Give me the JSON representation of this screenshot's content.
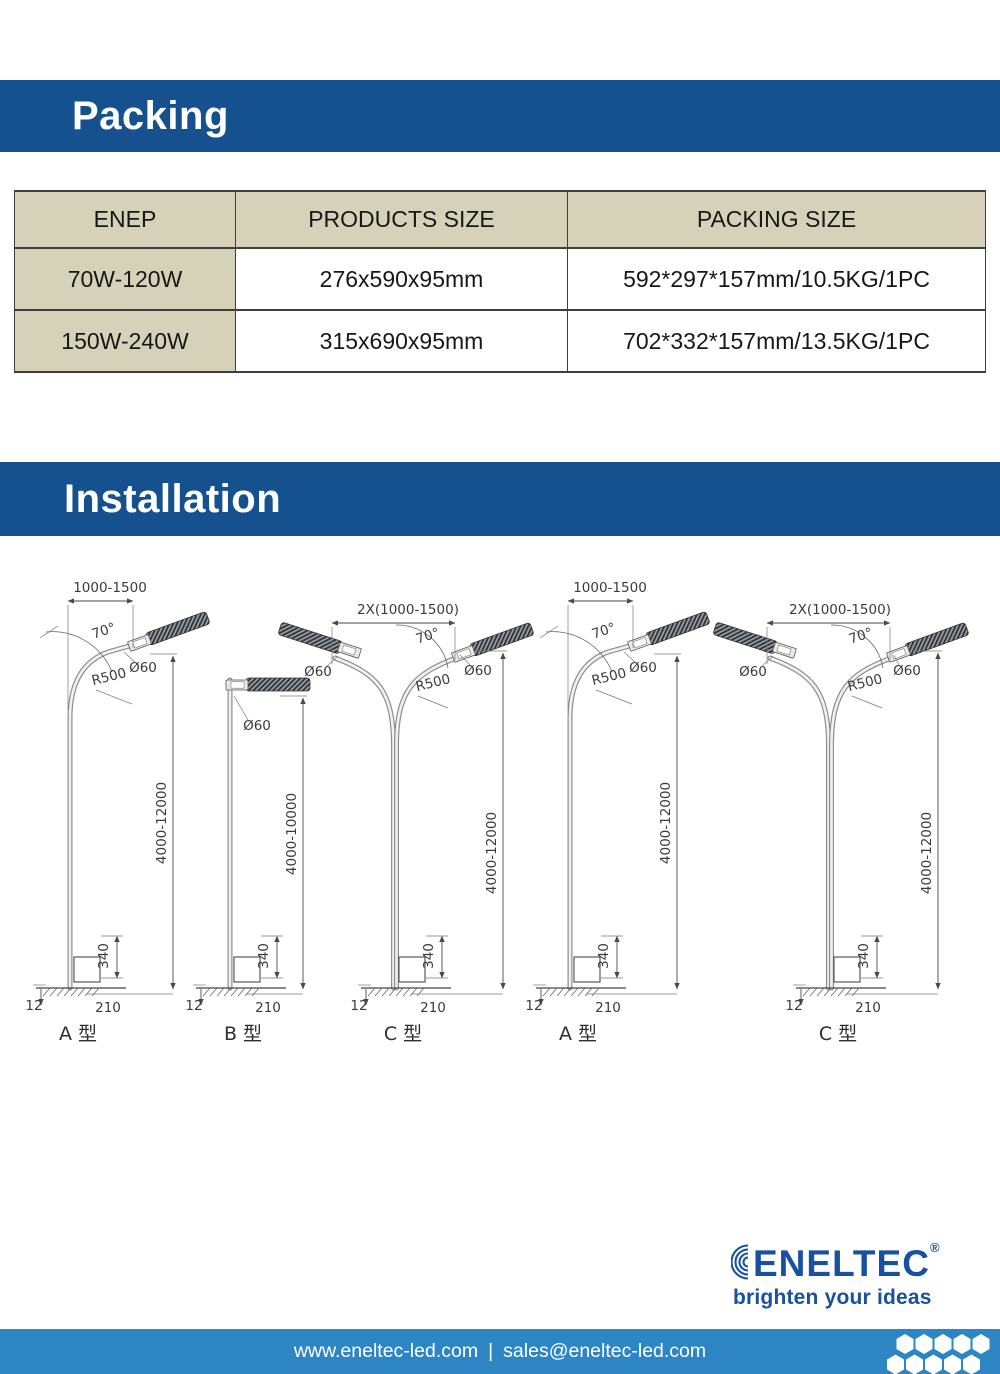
{
  "packing": {
    "title": "Packing",
    "table": {
      "headers": [
        "ENEP",
        "PRODUCTS SIZE",
        "PACKING SIZE"
      ],
      "rows": [
        [
          "70W-120W",
          "276x590x95mm",
          "592*297*157mm/10.5KG/1PC"
        ],
        [
          "150W-240W",
          "315x690x95mm",
          "702*332*157mm/13.5KG/1PC"
        ]
      ]
    }
  },
  "installation": {
    "title": "Installation",
    "base_dims": {
      "box_height": "340",
      "plate_thickness": "12",
      "base_width": "210"
    },
    "diagrams": [
      {
        "type_label": "A 型",
        "top_dim": "1000-1500",
        "angle": "70°",
        "radius": "R500",
        "diameter": "Ø60",
        "height": "4000-12000"
      },
      {
        "type_label": "B 型",
        "diameter": "Ø60",
        "height": "4000-10000"
      },
      {
        "type_label": "C 型",
        "top_dim": "2X(1000-1500)",
        "angle": "70°",
        "radius": "R500",
        "diameter_left": "Ø60",
        "diameter_right": "Ø60",
        "height": "4000-12000"
      },
      {
        "type_label": "A 型",
        "top_dim": "1000-1500",
        "angle": "70°",
        "radius": "R500",
        "diameter": "Ø60",
        "height": "4000-12000"
      },
      {
        "type_label": "C 型",
        "top_dim": "2X(1000-1500)",
        "angle": "70°",
        "radius": "R500",
        "diameter_left": "Ø60",
        "diameter_right": "Ø60",
        "height": "4000-12000"
      }
    ]
  },
  "branding": {
    "logo_text": "ENELTEC",
    "registered_mark": "®",
    "tagline": "brighten your ideas"
  },
  "footer": {
    "website": "www.eneltec-led.com",
    "separator": "|",
    "email": "sales@eneltec-led.com"
  },
  "colors": {
    "header_bar": "#14518e",
    "footer_bar": "#2e85c4",
    "table_header_bg": "#d6d2b9",
    "logo_blue": "#1950a0"
  }
}
